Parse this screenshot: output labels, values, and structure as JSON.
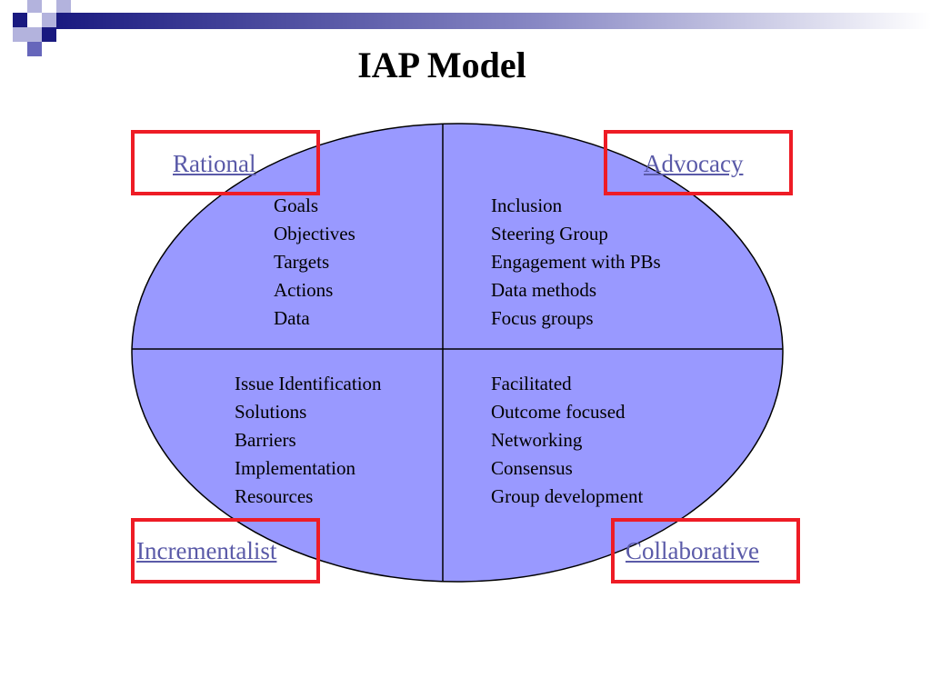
{
  "slide": {
    "title": "IAP Model"
  },
  "colors": {
    "ellipse_fill": "#9999ff",
    "outline": "#000000",
    "box_border": "#ee1c25",
    "link_text": "#5a5aa8",
    "deco_dark": "#1a1a80",
    "deco_mid": "#6666bb",
    "deco_light": "#b3b3dd"
  },
  "quadrants": {
    "rational": {
      "label": "Rational",
      "items": [
        "Goals",
        "Objectives",
        "Targets",
        "Actions",
        "Data"
      ]
    },
    "advocacy": {
      "label": "Advocacy",
      "items": [
        "Inclusion",
        "Steering Group",
        "Engagement with PBs",
        "Data methods",
        "Focus groups"
      ]
    },
    "incrementalist": {
      "label": "Incrementalist",
      "items": [
        "Issue Identification",
        "Solutions",
        "Barriers",
        "Implementation",
        "Resources"
      ]
    },
    "collaborative": {
      "label": "Collaborative",
      "items": [
        "Facilitated",
        "Outcome focused",
        "Networking",
        "Consensus",
        "Group development"
      ]
    }
  }
}
